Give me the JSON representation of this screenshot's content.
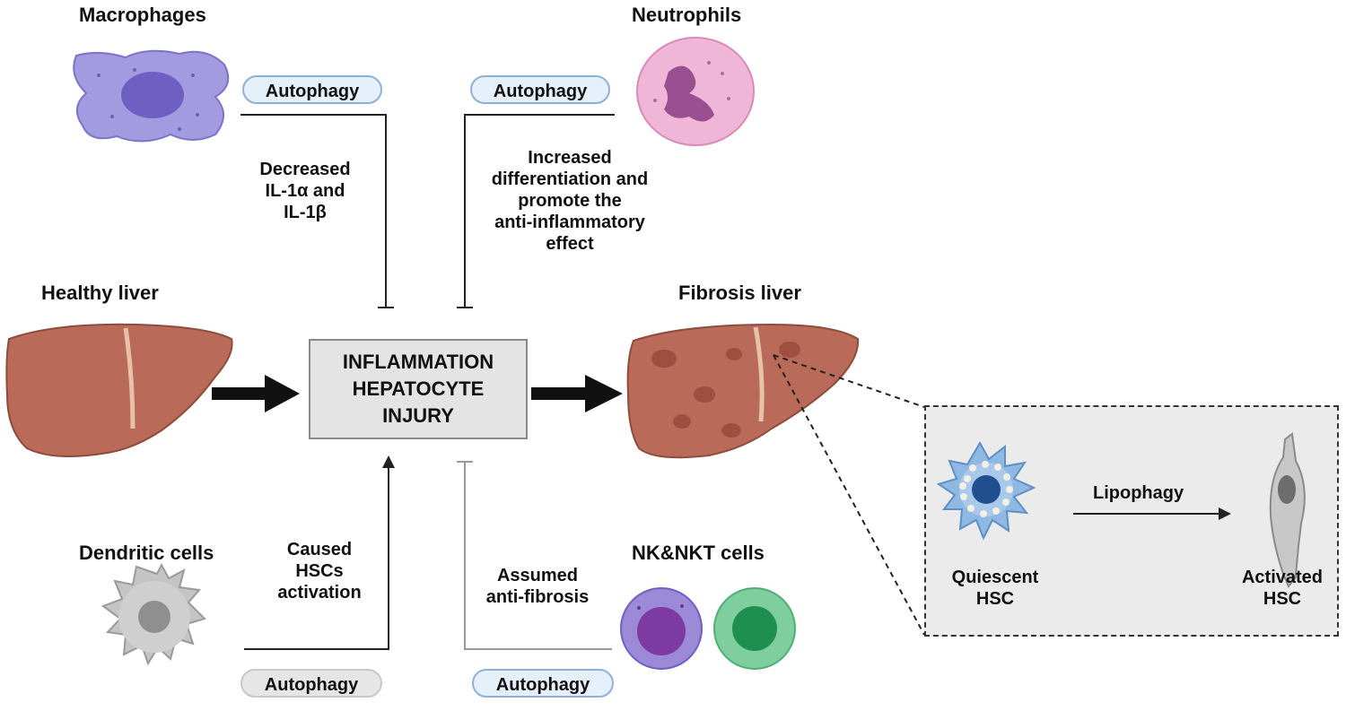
{
  "cells": {
    "macrophages": "Macrophages",
    "neutrophils": "Neutrophils",
    "dendritic": "Dendritic cells",
    "nk": "NK&NKT cells"
  },
  "livers": {
    "healthy": "Healthy liver",
    "fibrosis": "Fibrosis liver"
  },
  "autophagy": {
    "label": "Autophagy"
  },
  "center": {
    "line1": "INFLAMMATION",
    "line2": "HEPATOCYTE",
    "line3": "INJURY"
  },
  "effects": {
    "macrophage": [
      "Decreased",
      "IL-1α and",
      "IL-1β"
    ],
    "neutrophil": [
      "Increased",
      "differentiation and",
      "promote the",
      "anti-inflammatory",
      "effect"
    ],
    "dendritic": [
      "Caused",
      "HSCs",
      "activation"
    ],
    "nk": [
      "Assumed",
      "anti-fibrosis"
    ]
  },
  "hsc": {
    "process": "Lipophagy",
    "quiescent": [
      "Quiescent",
      "HSC"
    ],
    "activated": [
      "Activated",
      "HSC"
    ]
  },
  "colors": {
    "macrophage": "#a39be0",
    "neutrophil": "#efb6d8",
    "dendritic": "#c4c4c4",
    "nk_purple": "#9d8ad6",
    "nkt_green": "#7fcf9e",
    "liver": "#b96a58",
    "hsc_quiescent": "#8fb9e3"
  }
}
